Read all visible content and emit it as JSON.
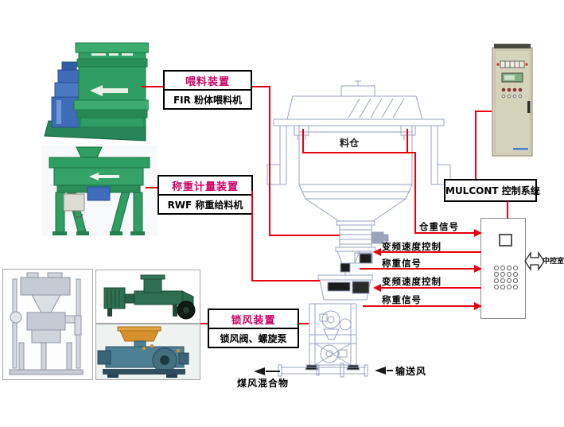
{
  "device_labels": {
    "feeding": {
      "title": "喂料装置",
      "subtitle": "FIR 粉体喂料机"
    },
    "weighing": {
      "title": "称重计量装置",
      "subtitle": "RWF 称重给料机"
    },
    "airlock": {
      "title": "锁风装置",
      "subtitle": "锁风阀、螺旋泵"
    },
    "control_system": {
      "title": "MULCONT 控制系统"
    }
  },
  "signals": {
    "silo_weight": "仓重信号",
    "vfd_control_1": "变频速度控制",
    "weight_signal_1": "称重信号",
    "vfd_control_2": "变频速度控制",
    "weight_signal_2": "称重信号"
  },
  "drawing": {
    "silo": "料仓",
    "conveying_air": "输送风",
    "coal_air_mixture": "煤风混合物",
    "control_room": "中控室"
  },
  "colors": {
    "connection_red": "#e8000d",
    "label_magenta": "#cc0066",
    "drawing_line": "#97a3c0",
    "machine_green": "#2f9e62",
    "motor_blue": "#3e6cb8",
    "cabinet_beige": "#d6d3bd"
  }
}
